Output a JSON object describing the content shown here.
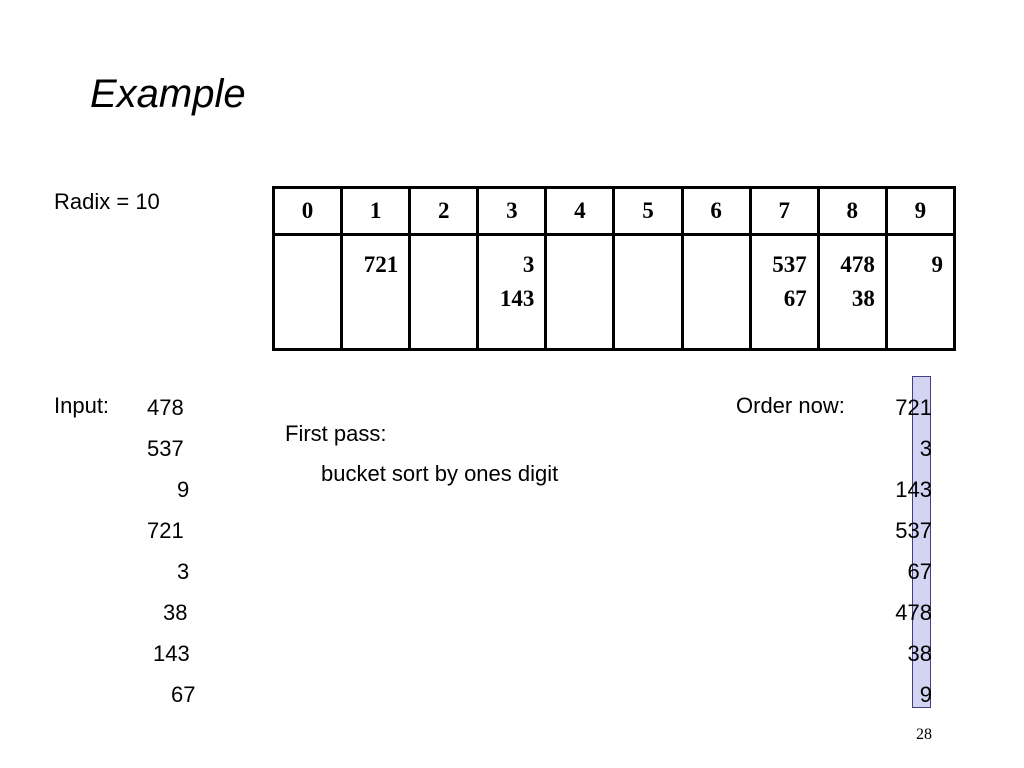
{
  "slide": {
    "title": "Example",
    "radix_label": "Radix = 10",
    "buckets": {
      "headers": [
        "0",
        "1",
        "2",
        "3",
        "4",
        "5",
        "6",
        "7",
        "8",
        "9"
      ],
      "contents": [
        [],
        [
          "721"
        ],
        [],
        [
          "3",
          "143"
        ],
        [],
        [],
        [],
        [
          "537",
          "67"
        ],
        [
          "478",
          "38"
        ],
        [
          "9"
        ]
      ]
    },
    "input": {
      "label": "Input:",
      "values": [
        "478",
        "537",
        "9",
        "721",
        "3",
        "38",
        "143",
        "67"
      ]
    },
    "pass": {
      "title": "First pass:",
      "description": "bucket sort by ones digit"
    },
    "order": {
      "label": "Order now:",
      "values": [
        "721",
        "3",
        "143",
        "537",
        "67",
        "478",
        "38",
        "9"
      ]
    },
    "page_number": "28"
  }
}
